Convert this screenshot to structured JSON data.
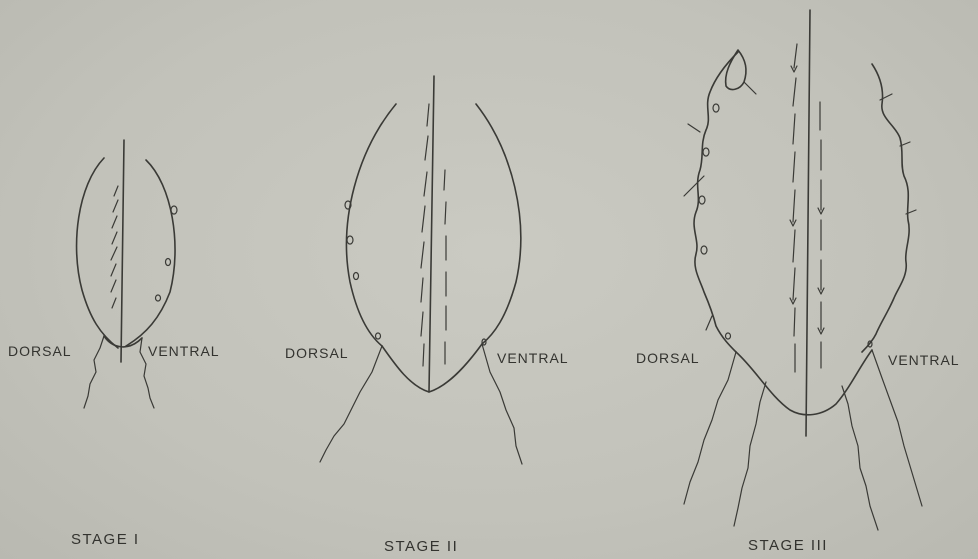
{
  "stages": [
    {
      "caption": "STAGE I",
      "dorsal": "DORSAL",
      "ventral": "VENTRAL"
    },
    {
      "caption": "STAGE II",
      "dorsal": "DORSAL",
      "ventral": "VENTRAL"
    },
    {
      "caption": "STAGE III",
      "dorsal": "DORSAL",
      "ventral": "VENTRAL"
    }
  ]
}
